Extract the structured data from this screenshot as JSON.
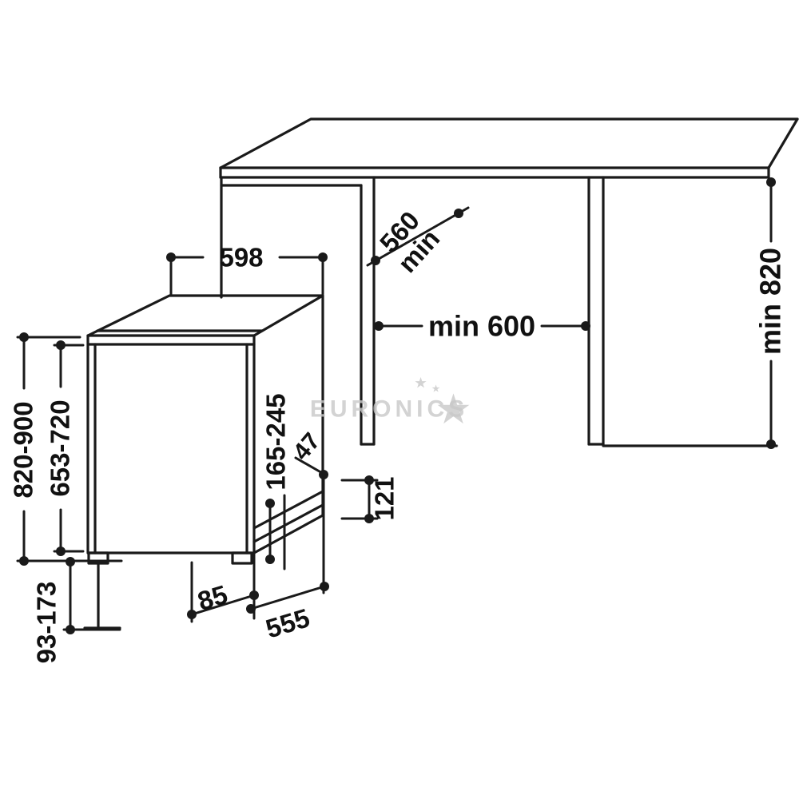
{
  "page": {
    "background": "#ffffff",
    "line_color": "#1a1a1a"
  },
  "watermark": {
    "text": "EURONICS",
    "star_big": "★",
    "star_small": "★",
    "color": "#c9c9c9"
  },
  "labels": {
    "top_width": "598",
    "niche_depth": "560",
    "niche_depth_unit": "min",
    "niche_width": "min 600",
    "niche_height": "min 820",
    "total_height": "820-900",
    "door_height": "653-720",
    "door_bottom_range": "165-245",
    "bracket_47": "47",
    "recess_121": "121",
    "gap_85": "85",
    "depth_555": "555",
    "plinth_range": "93-173"
  }
}
